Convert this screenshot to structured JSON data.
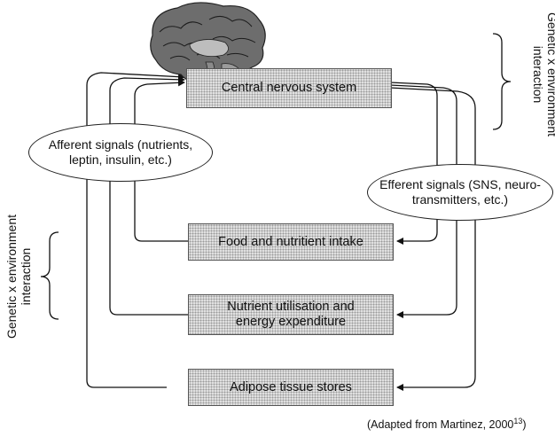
{
  "diagram": {
    "nodes": {
      "cns": "Central nervous system",
      "food": "Food and nutritient intake",
      "utilisation_line1": "Nutrient utilisation and",
      "utilisation_line2": "energy expenditure",
      "adipose": "Adipose tissue stores"
    },
    "ovals": {
      "afferent_line1": "Afferent signals (nutrients,",
      "afferent_line2": "leptin, insulin, etc.)",
      "efferent_line1": "Efferent signals (SNS, neuro-",
      "efferent_line2": "transmitters, etc.)"
    },
    "side_labels": {
      "right_line1": "Genetic x environment",
      "right_line2": "interaction",
      "left_line1": "Genetic x environment",
      "left_line2": "interaction"
    },
    "caption": {
      "text": "(Adapted from Martinez, 2000",
      "ref": "13",
      "close": ")"
    }
  }
}
